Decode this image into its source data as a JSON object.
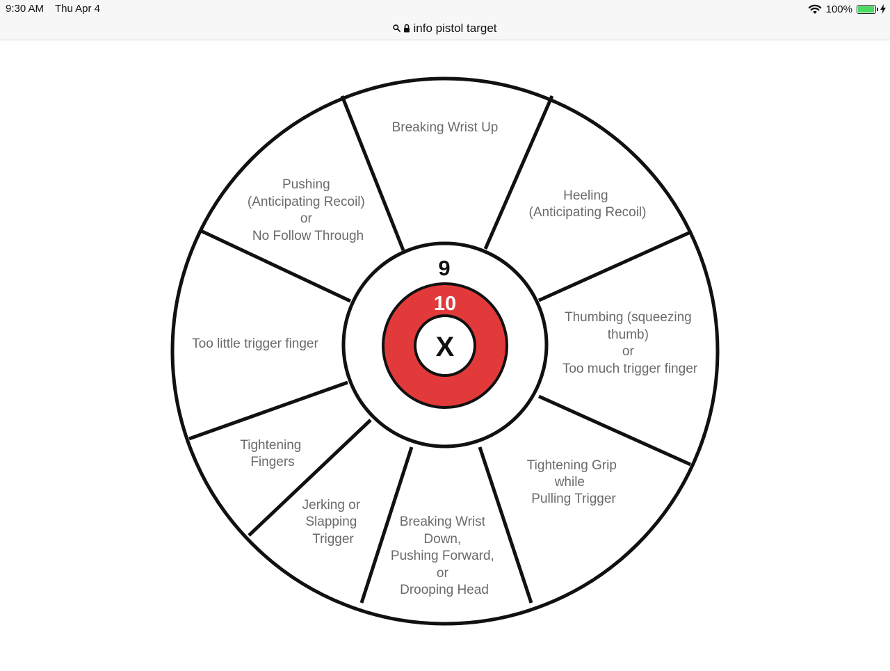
{
  "status_bar": {
    "time": "9:30 AM",
    "date": "Thu Apr 4",
    "battery_text": "100%",
    "battery_level": 1.0
  },
  "address_bar": {
    "url_text": "info pistol target",
    "icons": [
      "search-icon",
      "lock-icon"
    ]
  },
  "target": {
    "ring_9_label": "9",
    "ring_10_label": "10",
    "center_label": "X",
    "colors": {
      "ring_10": "#e23a3a",
      "outline": "#111111",
      "label_text": "#6a6a6a"
    },
    "segments": {
      "top": [
        "Breaking Wrist Up"
      ],
      "top_right": [
        "Heeling",
        "(Anticipating Recoil)"
      ],
      "right": [
        "Thumbing (squeezing",
        "thumb)",
        "or",
        "Too much trigger finger"
      ],
      "bottom_right": [
        "Tightening Grip",
        "while",
        "Pulling Trigger"
      ],
      "bottom": [
        "Breaking Wrist",
        "Down,",
        "Pushing Forward,",
        "or",
        "Drooping Head"
      ],
      "bottom_left_inner": [
        "Jerking or",
        "Slapping",
        "Trigger"
      ],
      "bottom_left_outer": [
        "Tightening",
        "Fingers"
      ],
      "left": [
        "Too little trigger finger"
      ],
      "top_left": [
        "Pushing",
        "(Anticipating Recoil)",
        "or",
        "No Follow Through"
      ]
    }
  }
}
